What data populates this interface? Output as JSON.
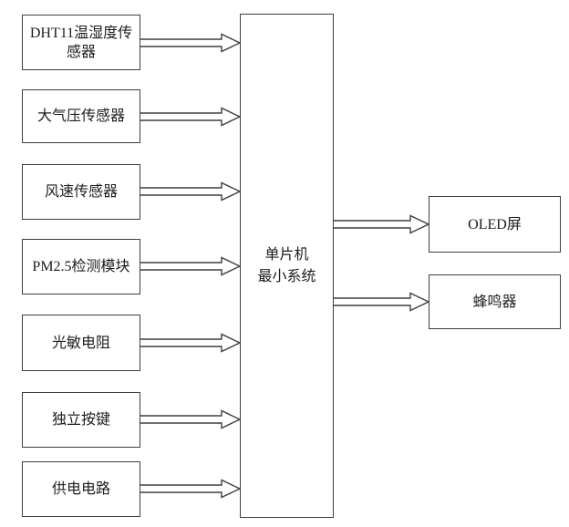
{
  "diagram": {
    "left_blocks": [
      {
        "label": "DHT11温湿度传感器"
      },
      {
        "label": "大气压传感器"
      },
      {
        "label": "风速传感器"
      },
      {
        "label": "PM2.5检测模块"
      },
      {
        "label": "光敏电阻"
      },
      {
        "label": "独立按键"
      },
      {
        "label": "供电电路"
      }
    ],
    "center_block": {
      "lines": [
        "单片机",
        "最小系统"
      ]
    },
    "right_blocks": [
      {
        "label": "OLED屏"
      },
      {
        "label": "蜂鸣器"
      }
    ]
  },
  "colors": {
    "line": "#3f3f3f",
    "text": "#1d1d1d",
    "background": "#ffffff"
  }
}
